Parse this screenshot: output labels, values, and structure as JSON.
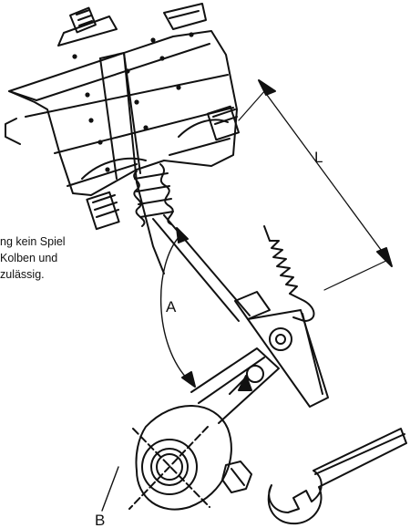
{
  "note": {
    "lines": [
      "ng kein Spiel",
      "Kolben und",
      "zulässig."
    ]
  },
  "labels": {
    "L": "L",
    "A": "A",
    "B": "B"
  },
  "colors": {
    "ink": "#111111",
    "paper": "#ffffff"
  }
}
